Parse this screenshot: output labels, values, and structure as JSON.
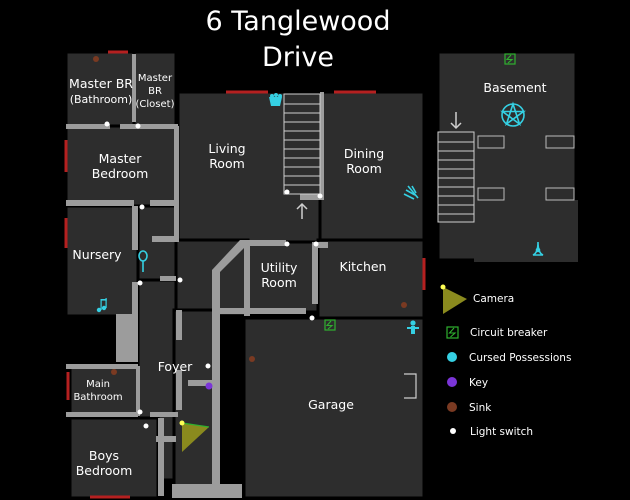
{
  "map": {
    "title_line1": "6 Tanglewood",
    "title_line2": "Drive"
  },
  "rooms": {
    "master_bathroom_1": "Master BR",
    "master_bathroom_2": "(Bathroom)",
    "master_closet_1": "Master",
    "master_closet_2": "BR",
    "master_closet_3": "(Closet)",
    "master_bedroom_1": "Master",
    "master_bedroom_2": "Bedroom",
    "living_room_1": "Living",
    "living_room_2": "Room",
    "dining_room_1": "Dining",
    "dining_room_2": "Room",
    "nursery": "Nursery",
    "utility_room_1": "Utility",
    "utility_room_2": "Room",
    "kitchen": "Kitchen",
    "foyer": "Foyer",
    "main_bathroom_1": "Main",
    "main_bathroom_2": "Bathroom",
    "garage": "Garage",
    "boys_bedroom_1": "Boys",
    "boys_bedroom_2": "Bedroom",
    "basement": "Basement"
  },
  "legend": {
    "camera": "Camera",
    "circuit_breaker": "Circuit breaker",
    "cursed_possessions": "Cursed Possessions",
    "key": "Key",
    "sink": "Sink",
    "light_switch": "Light switch"
  },
  "colors": {
    "background": "#000000",
    "floor": "#2d2d2d",
    "wall": "#9c9c9c",
    "window": "#b52020",
    "camera": "#8a8a1e",
    "circuit_breaker": "#2fb02f",
    "cursed_possessions": "#35d0e3",
    "key": "#7b35d8",
    "sink": "#7a3a22",
    "light_switch": "#ffffff"
  },
  "icons": [
    "camera-icon",
    "circuit-breaker-icon",
    "cursed-possession-icon",
    "key-icon",
    "sink-icon",
    "light-switch-icon",
    "pentagram-icon",
    "stairs-arrow-icon"
  ]
}
